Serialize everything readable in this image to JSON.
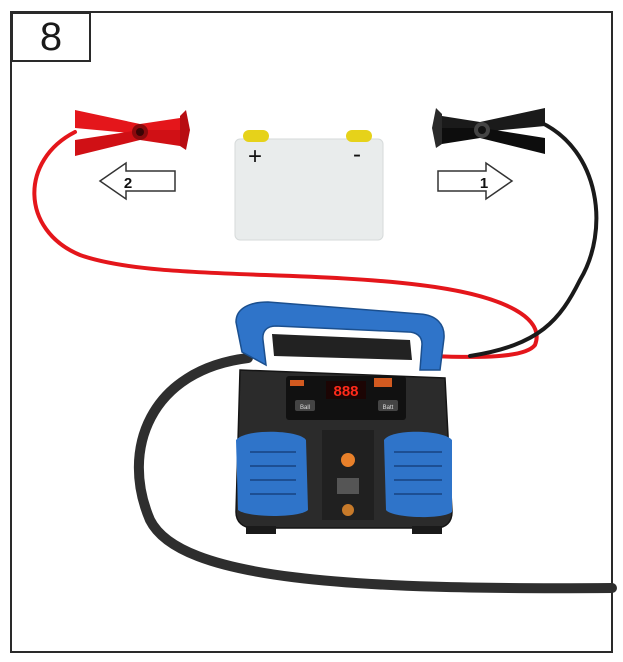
{
  "step": {
    "number": "8"
  },
  "battery": {
    "plus_label": "+",
    "minus_label": "-"
  },
  "arrows": {
    "left_label": "2",
    "right_label": "1"
  },
  "charger": {
    "btn_left_label": "Ball",
    "btn_right_label": "Batt",
    "display_value": "888"
  },
  "colors": {
    "positive_clamp": "#e4161b",
    "negative_clamp": "#1a1a1a",
    "terminal": "#e6d21a",
    "charger_blue": "#2f74c9",
    "display_red": "#ff2a1a"
  }
}
